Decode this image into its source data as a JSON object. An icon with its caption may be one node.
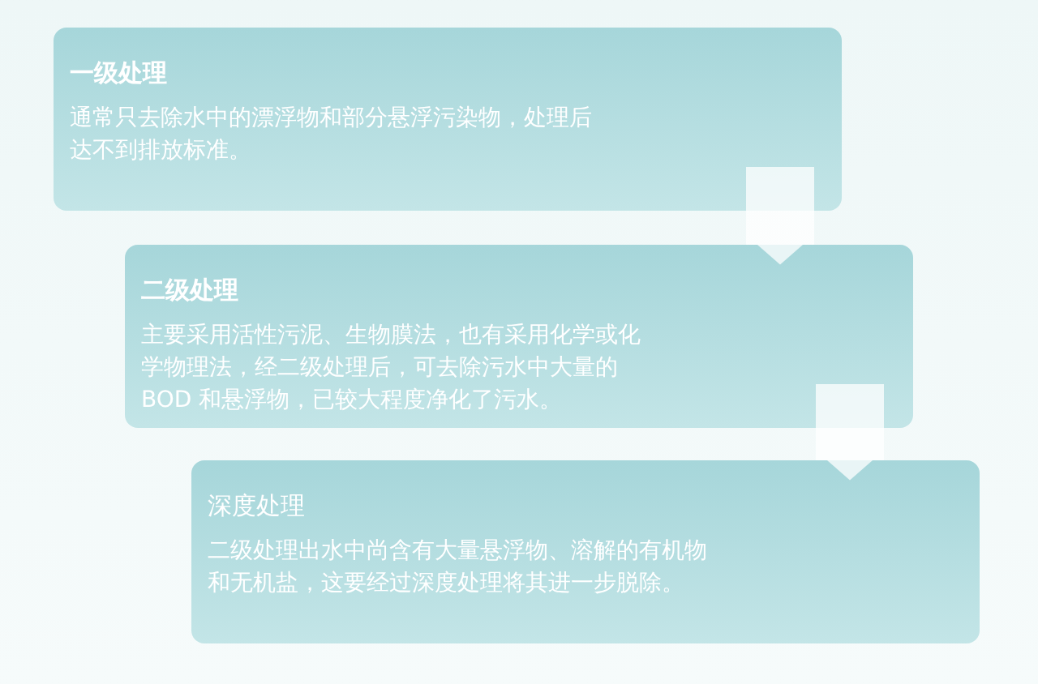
{
  "diagram": {
    "nodes": [
      {
        "text": [
          "一级处理",
          "通常只去除水中的漂浮物和部分悬浮污染物，处理后达不到排放标准。"
        ]
      },
      {
        "text": [
          "二级处理",
          "主要采用活性污泥、生物膜法，也有采用化学或化学物理法，经二级处理后，可去除污水中大量的BOD 和悬浮物，已较大程度净化了污水。"
        ]
      },
      {
        "text": [
          "深度处理",
          "二级处理出水中尚含有大量悬浮物、溶解的有机物和无机盐，这要经过深度处理将其进一步脱除。"
        ]
      }
    ],
    "edges": [
      {
        "from": 0,
        "to": 1,
        "arrow": "to"
      },
      {
        "from": 1,
        "to": 2,
        "arrow": "to"
      }
    ]
  }
}
